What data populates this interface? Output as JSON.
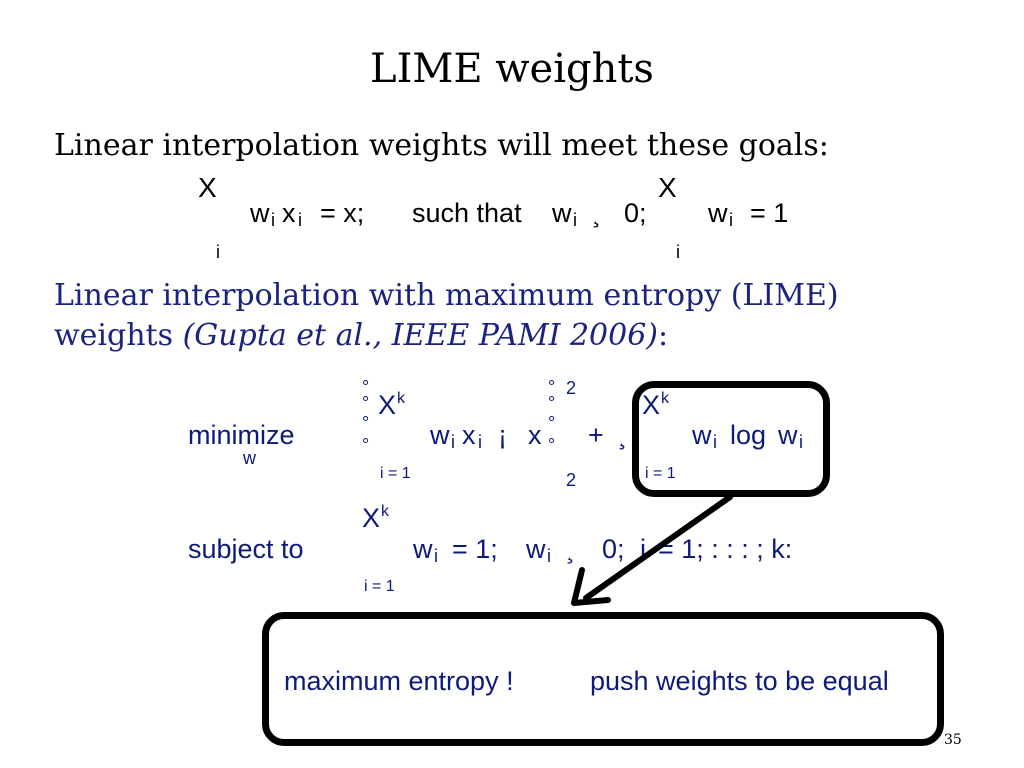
{
  "title": "LIME weights",
  "goals_line": "Linear interpolation weights will meet these goals:",
  "eq1": {
    "sum_glyph": "X",
    "term": "w",
    "x": "x",
    "sub_i": "i",
    "eq_x": "= x;",
    "such_that": "such that",
    "w_geq": "w",
    "geq": "¸",
    "zero": "0;",
    "w_eq": "w",
    "eq_one": "= 1"
  },
  "lime_line": "Linear interpolation with maximum entropy (LIME)",
  "weights_word": "weights",
  "citation": "(Gupta et al., IEEE PAMI 2006)",
  "colon": ":",
  "optimization": {
    "minimize": "minimize",
    "minimize_sub": "w",
    "sum_glyph": "X",
    "sum_upper": "k",
    "sum_lower": "i = 1",
    "norm_open": "°",
    "w": "w",
    "sub_i": "i",
    "x": "x",
    "minus": "¡",
    "x2": "x",
    "norm_close": "°",
    "sup_2": "2",
    "sub_2": "2",
    "plus": "+",
    "lambda": "¸",
    "log_term": "log",
    "subject_to": "subject to",
    "constraint_eq": "= 1;",
    "constraint_w": "w",
    "constraint_geq": "¸",
    "constraint_zero": "0;",
    "constraint_i": "i",
    "constraint_range": "= 1; : : : ; k:"
  },
  "box_text_left": "maximum entropy !",
  "box_text_right": "push weights to be equal",
  "page_number": "35"
}
